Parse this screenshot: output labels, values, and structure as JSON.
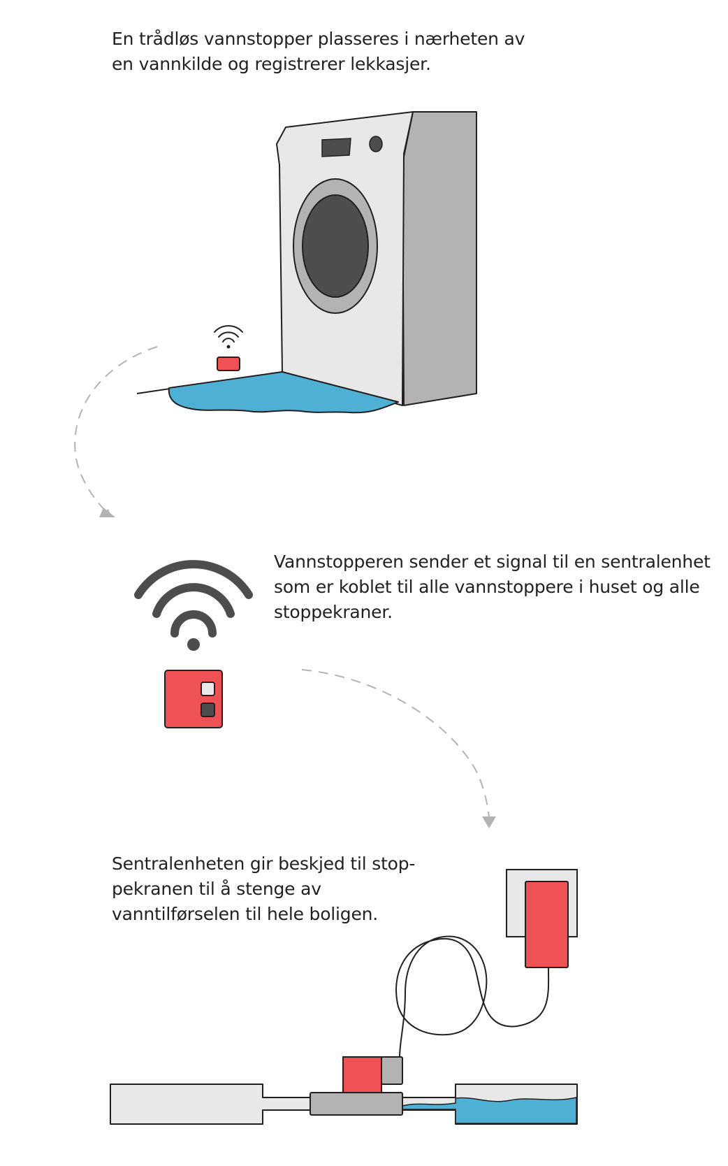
{
  "steps": [
    {
      "lines": [
        "En trådløs vannstopper plasseres i nærheten av",
        "en vannkilde og registrerer lekkasjer."
      ]
    },
    {
      "lines": [
        "Vannstopperen sender et signal til en sentralenhet",
        "som er koblet til alle vannstoppere i huset og alle",
        "stoppekraner."
      ]
    },
    {
      "lines": [
        "Sentralenheten gir beskjed til stop-",
        "pekranen til å stenge av",
        "vanntilførselen til hele boligen."
      ]
    }
  ],
  "colors": {
    "red": "#ef5254",
    "water": "#4fb0d6",
    "light_gray": "#e8e8e8",
    "mid_gray": "#b3b3b3",
    "dark_gray": "#4d4d4d",
    "outline": "#231f20",
    "arrow": "#b3b3b3"
  },
  "icons": [
    "washing-machine-icon",
    "water-leak-icon",
    "water-sensor-icon",
    "wifi-icon",
    "central-unit-icon",
    "wall-socket-icon",
    "power-adapter-icon",
    "cable-icon",
    "shutoff-valve-icon",
    "pipe-icon",
    "dashed-arrow-icon"
  ]
}
